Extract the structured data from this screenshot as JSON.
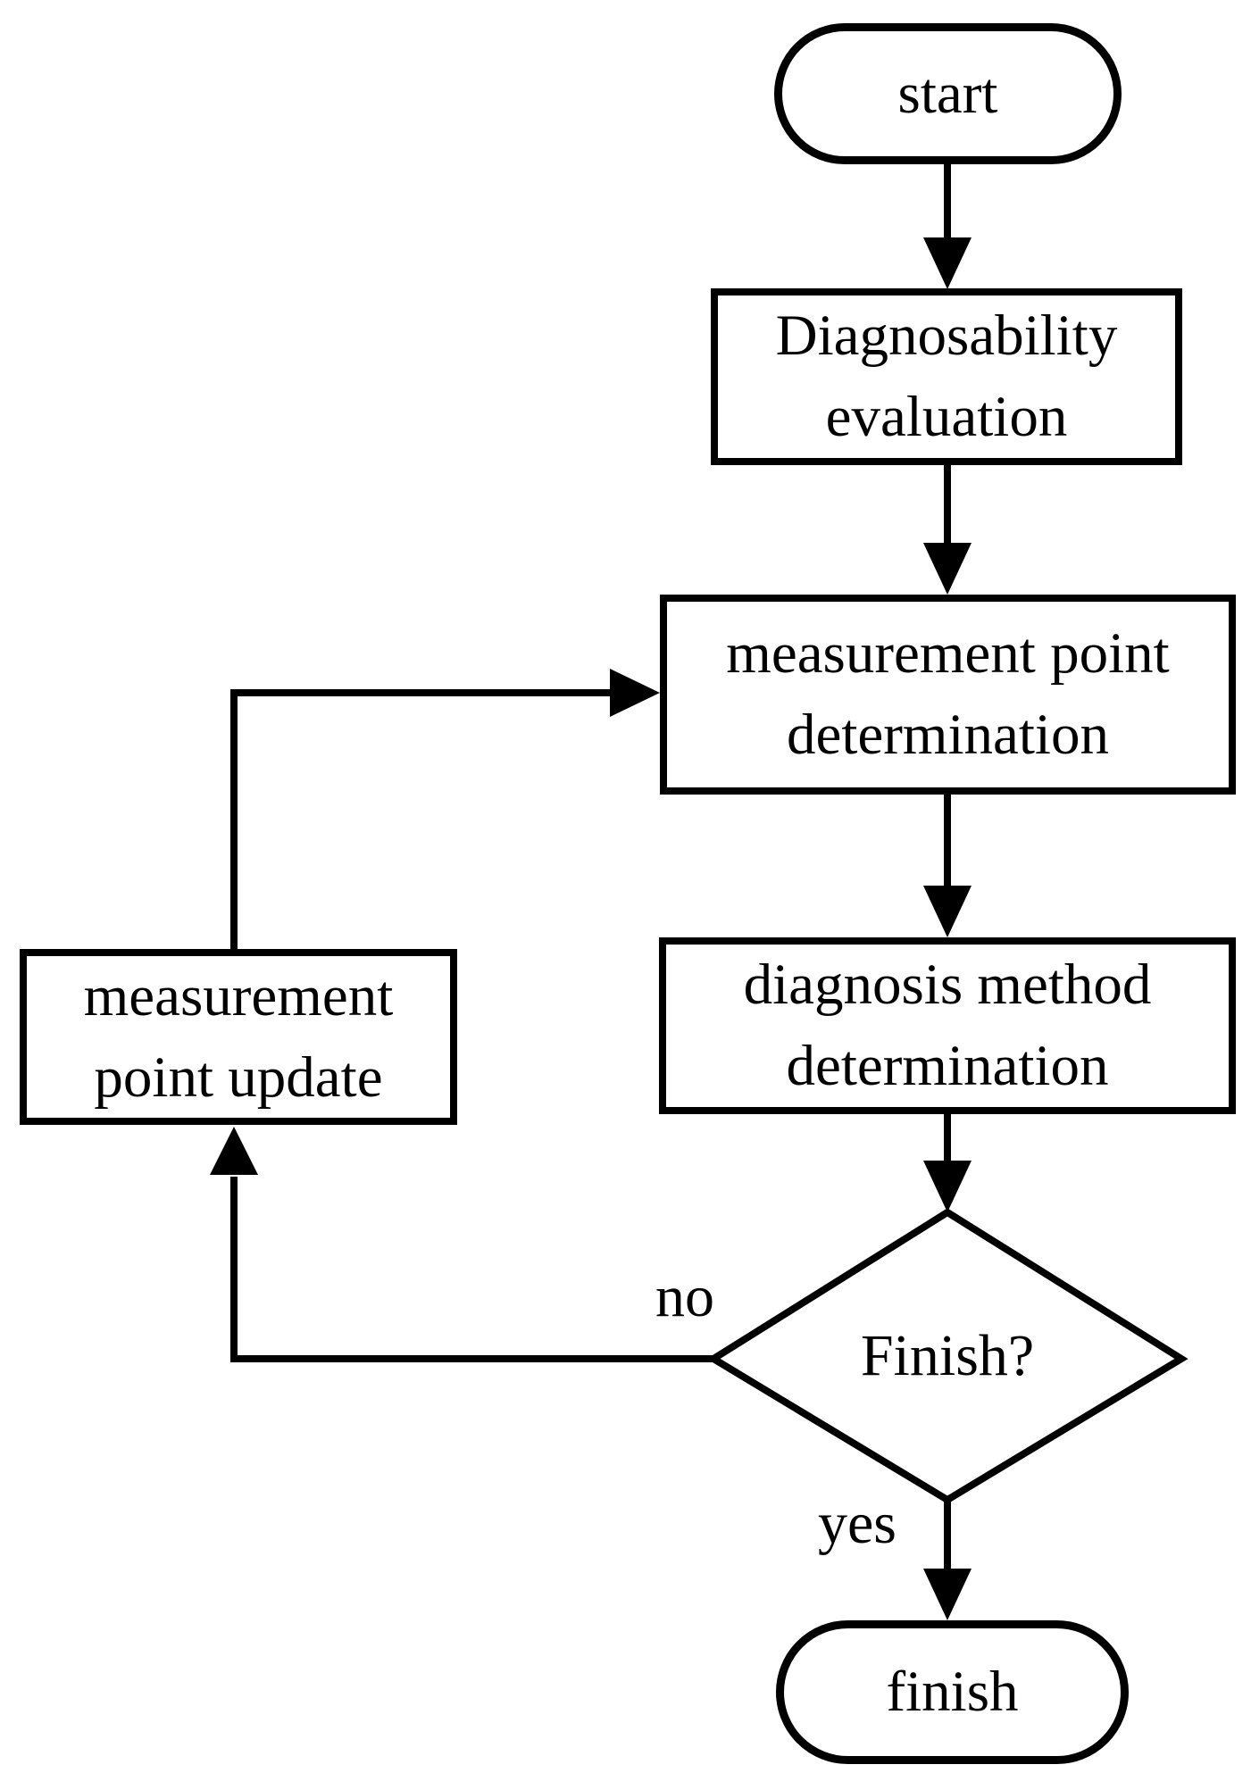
{
  "diagram": {
    "type": "flowchart",
    "colors": {
      "stroke": "#000000",
      "fill": "#ffffff",
      "text": "#000000"
    },
    "nodes": {
      "start": {
        "shape": "terminator",
        "lines": [
          "start"
        ]
      },
      "diagnosability_evaluation": {
        "shape": "process",
        "lines": [
          "Diagnosability",
          "evaluation"
        ]
      },
      "measurement_point_determination": {
        "shape": "process",
        "lines": [
          "measurement point",
          "determination"
        ]
      },
      "diagnosis_method_determination": {
        "shape": "process",
        "lines": [
          "diagnosis method",
          "determination"
        ]
      },
      "finish_decision": {
        "shape": "decision",
        "lines": [
          "Finish?"
        ]
      },
      "measurement_point_update": {
        "shape": "process",
        "lines": [
          "measurement",
          "point update"
        ]
      },
      "finish": {
        "shape": "terminator",
        "lines": [
          "finish"
        ]
      }
    },
    "edges": [
      {
        "from": "start",
        "to": "diagnosability_evaluation",
        "label": ""
      },
      {
        "from": "diagnosability_evaluation",
        "to": "measurement_point_determination",
        "label": ""
      },
      {
        "from": "measurement_point_determination",
        "to": "diagnosis_method_determination",
        "label": ""
      },
      {
        "from": "diagnosis_method_determination",
        "to": "finish_decision",
        "label": ""
      },
      {
        "from": "finish_decision",
        "to": "finish",
        "label": "yes"
      },
      {
        "from": "finish_decision",
        "to": "measurement_point_update",
        "label": "no"
      },
      {
        "from": "measurement_point_update",
        "to": "measurement_point_determination",
        "label": ""
      }
    ]
  }
}
